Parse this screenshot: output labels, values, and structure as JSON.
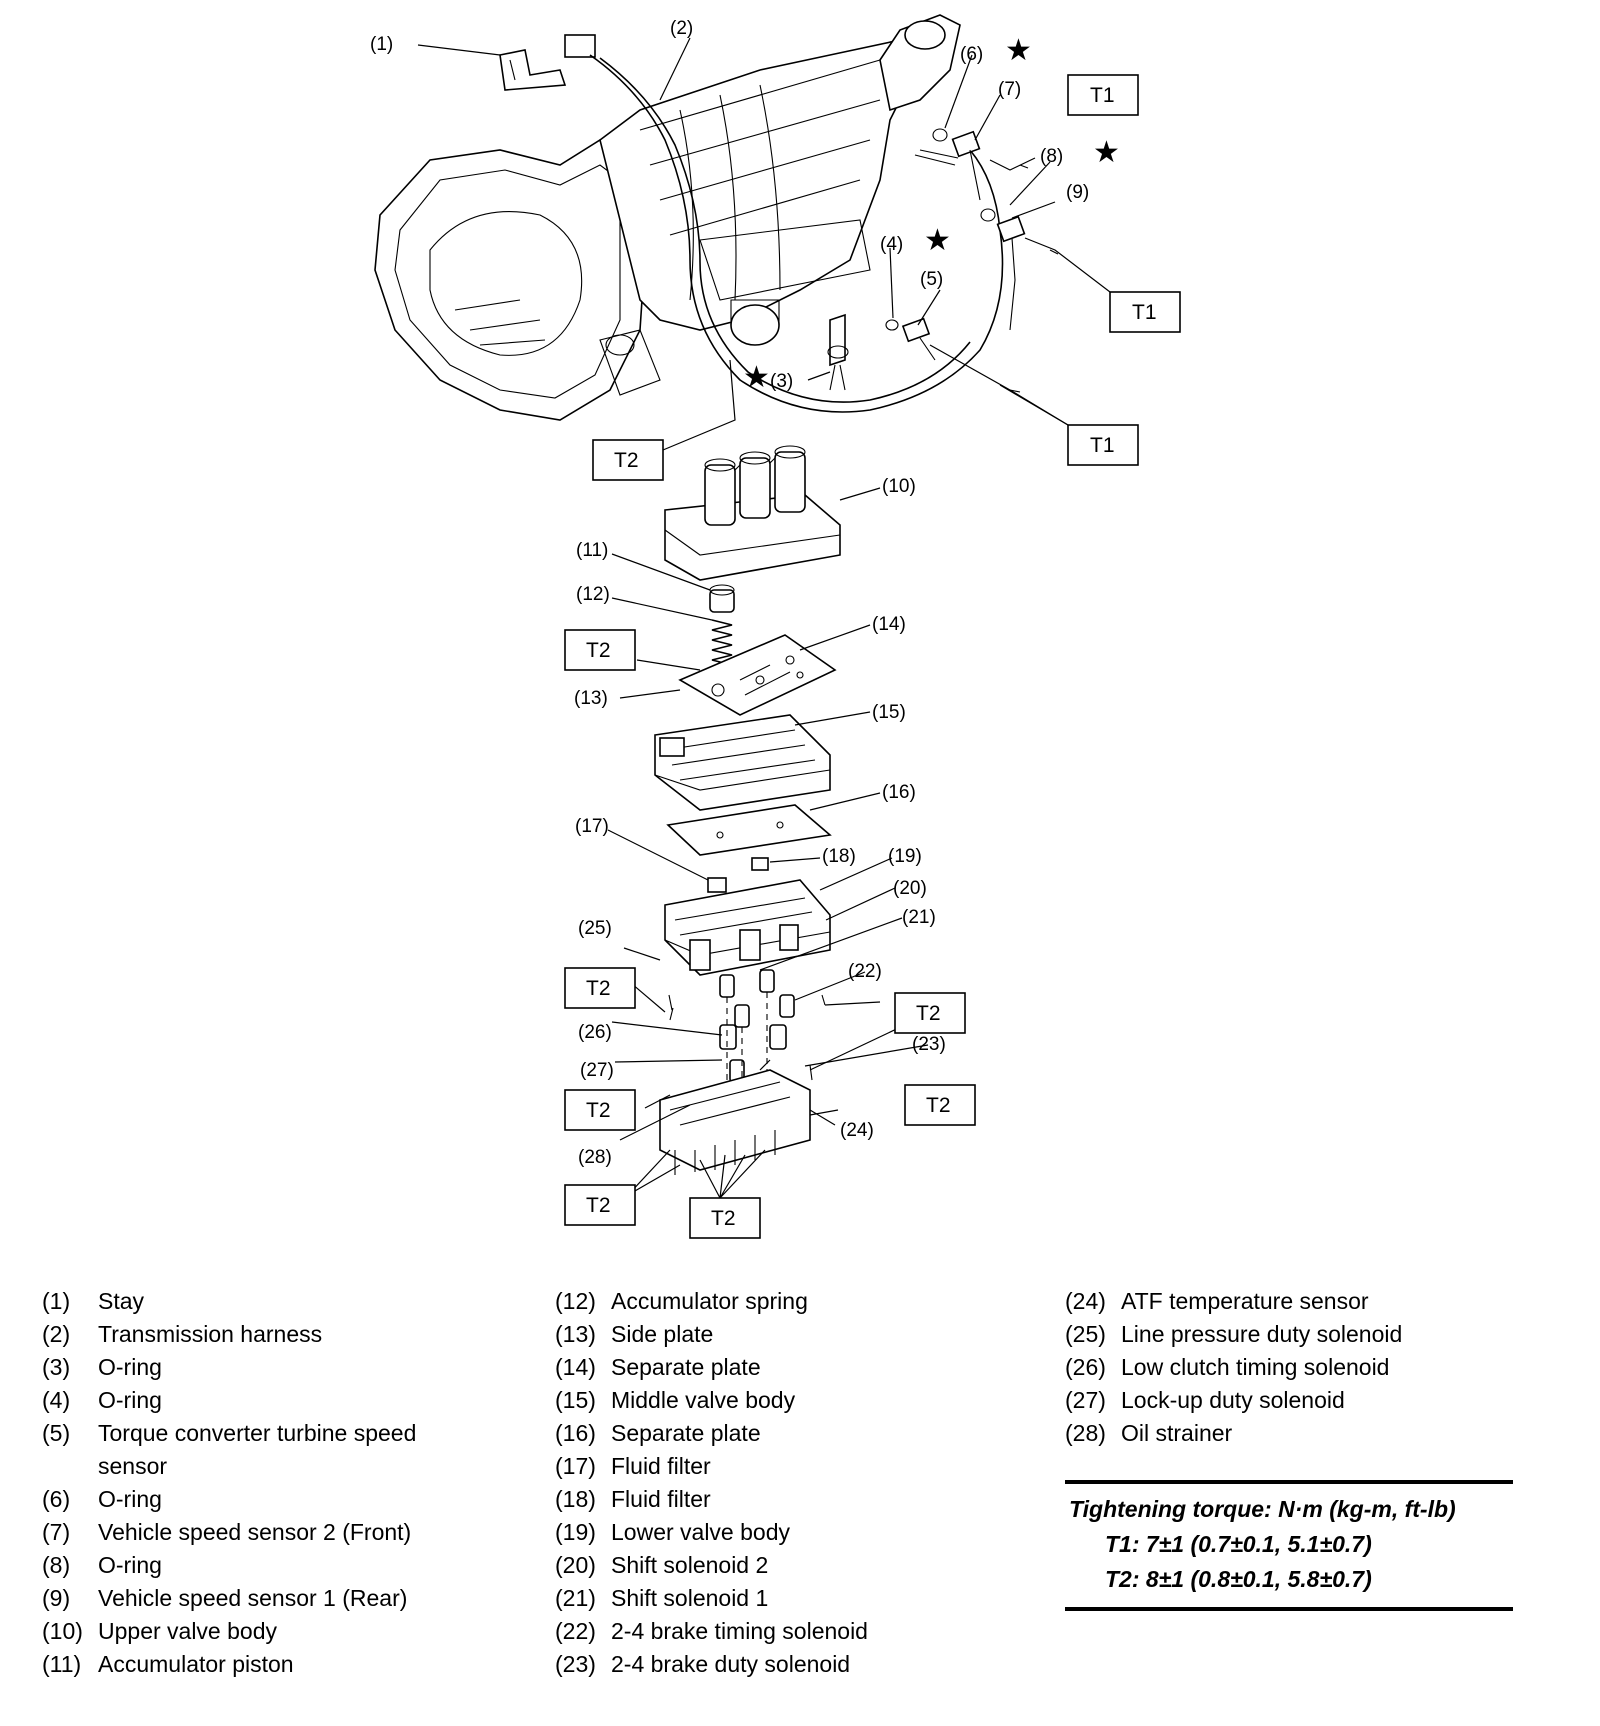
{
  "callouts": {
    "c1": "(1)",
    "c2": "(2)",
    "c3": "(3)",
    "c4": "(4)",
    "c5": "(5)",
    "c6": "(6)",
    "c7": "(7)",
    "c8": "(8)",
    "c9": "(9)",
    "c10": "(10)",
    "c11": "(11)",
    "c12": "(12)",
    "c13": "(13)",
    "c14": "(14)",
    "c15": "(15)",
    "c16": "(16)",
    "c17": "(17)",
    "c18": "(18)",
    "c19": "(19)",
    "c20": "(20)",
    "c21": "(21)",
    "c22": "(22)",
    "c23": "(23)",
    "c24": "(24)",
    "c25": "(25)",
    "c26": "(26)",
    "c27": "(27)",
    "c28": "(28)"
  },
  "torque_tags": {
    "t1": "T1",
    "t2": "T2"
  },
  "star_symbol": "★",
  "legend": {
    "col1": [
      {
        "num": "(1)",
        "name": "Stay"
      },
      {
        "num": "(2)",
        "name": "Transmission harness"
      },
      {
        "num": "(3)",
        "name": "O-ring"
      },
      {
        "num": "(4)",
        "name": "O-ring"
      },
      {
        "num": "(5)",
        "name": "Torque converter turbine speed sensor"
      },
      {
        "num": "(6)",
        "name": "O-ring"
      },
      {
        "num": "(7)",
        "name": "Vehicle speed sensor 2 (Front)"
      },
      {
        "num": "(8)",
        "name": "O-ring"
      },
      {
        "num": "(9)",
        "name": "Vehicle speed sensor 1 (Rear)"
      },
      {
        "num": "(10)",
        "name": "Upper valve body"
      },
      {
        "num": "(11)",
        "name": "Accumulator piston"
      }
    ],
    "col2": [
      {
        "num": "(12)",
        "name": "Accumulator spring"
      },
      {
        "num": "(13)",
        "name": "Side plate"
      },
      {
        "num": "(14)",
        "name": "Separate plate"
      },
      {
        "num": "(15)",
        "name": "Middle valve body"
      },
      {
        "num": "(16)",
        "name": "Separate plate"
      },
      {
        "num": "(17)",
        "name": "Fluid filter"
      },
      {
        "num": "(18)",
        "name": "Fluid filter"
      },
      {
        "num": "(19)",
        "name": "Lower valve body"
      },
      {
        "num": "(20)",
        "name": "Shift solenoid 2"
      },
      {
        "num": "(21)",
        "name": "Shift solenoid 1"
      },
      {
        "num": "(22)",
        "name": "2-4 brake timing solenoid"
      },
      {
        "num": "(23)",
        "name": "2-4 brake duty solenoid"
      }
    ],
    "col3": [
      {
        "num": "(24)",
        "name": "ATF temperature sensor"
      },
      {
        "num": "(25)",
        "name": "Line pressure duty solenoid"
      },
      {
        "num": "(26)",
        "name": "Low clutch timing solenoid"
      },
      {
        "num": "(27)",
        "name": "Lock-up duty solenoid"
      },
      {
        "num": "(28)",
        "name": "Oil strainer"
      }
    ]
  },
  "torque": {
    "heading": "Tightening torque: N·m (kg-m, ft-lb)",
    "t1": "T1: 7±1 (0.7±0.1, 5.1±0.7)",
    "t2": "T2: 8±1 (0.8±0.1, 5.8±0.7)"
  }
}
